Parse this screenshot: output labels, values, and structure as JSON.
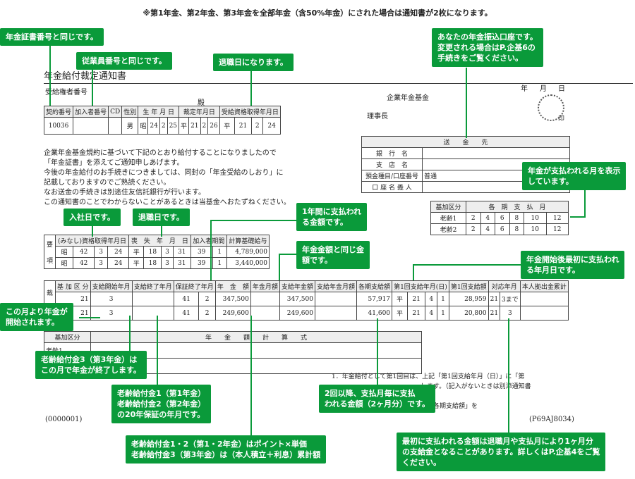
{
  "top_note": "※第1年金、第2年金、第3年金を全部年金（含50%年金）にされた場合は通知書が2枚になります。",
  "document": {
    "title": "年金給付裁定通知書",
    "recipient_label": "受給権者番号",
    "dono": "殿",
    "date_year": "年",
    "date_month": "月",
    "date_day": "日",
    "fund_name": "企業年金基金",
    "chairman": "理事長",
    "seal": "印",
    "id_table": {
      "headers": [
        "契約番号",
        "加入者番号",
        "CD",
        "性別",
        "生 年 月 日",
        "裁定年月日",
        "受給資格取得年月日"
      ],
      "row": [
        "10036",
        "",
        "",
        "男",
        "昭",
        "24",
        "2",
        "25",
        "平",
        "21",
        "2",
        "26",
        "平",
        "21",
        "2",
        "24"
      ]
    },
    "body_text": "企業年金基金規約に基づいて下記のとおり給付することになりましたので\n「年金証書」を添えてご通知申しあげます。\n今後の年金給付のお手続きにつきましては、同封の「年金受給のしおり」に\n記載しておりますのでご熟読ください。\nなお送金の手続きは別途住友信託銀行が行います。\nこの通知書のことでわからないことがあるときは当基金へおたずねください。",
    "remit_table": {
      "title": "送　　金　　先",
      "rows": [
        "銀　行　名",
        "支　店　名",
        "預金種目/口座番号",
        "口 座 名 義 人"
      ],
      "account_type": "普通"
    },
    "payment_months": {
      "header_left": "基加区分",
      "header_right": "各　期　支　払　月",
      "rows": [
        {
          "label": "老齢1",
          "months": [
            "2",
            "4",
            "6",
            "8",
            "10",
            "12"
          ]
        },
        {
          "label": "老齢2",
          "months": [
            "2",
            "4",
            "6",
            "8",
            "10",
            "12"
          ]
        }
      ]
    },
    "requirements": {
      "side_label_1": "要",
      "side_label_2": "項",
      "headers": [
        "(みなし)資格取得年月日",
        "喪　失　年　月　日",
        "加入者期間",
        "計算基礎給与"
      ],
      "rows": [
        [
          "昭",
          "42",
          "3",
          "24",
          "平",
          "18",
          "3",
          "31",
          "39",
          "1",
          "4,789,000"
        ],
        [
          "昭",
          "42",
          "3",
          "24",
          "平",
          "18",
          "3",
          "31",
          "39",
          "1",
          "3,440,000"
        ]
      ]
    },
    "determination": {
      "side_label_1": "裁",
      "side_label_2": "定",
      "headers": [
        "基 加 区 分",
        "支給開始年月",
        "支給終了年月",
        "保証終了年月",
        "年　金　額",
        "年金月額",
        "支給年金額",
        "支給年金月額",
        "各期支給額",
        "第1回支給年月(日)",
        "第1回支給額",
        "対応年月",
        "本人拠出金累計"
      ],
      "rows": [
        [
          "21",
          "3",
          "",
          "41",
          "2",
          "347,500",
          "",
          "347,500",
          "",
          "57,917",
          "平",
          "21",
          "4",
          "1",
          "28,959",
          "21",
          "3まで"
        ],
        [
          "21",
          "3",
          "",
          "41",
          "2",
          "249,600",
          "",
          "249,600",
          "",
          "41,600",
          "平",
          "21",
          "4",
          "1",
          "20,800",
          "21",
          "3"
        ]
      ]
    },
    "calc": {
      "header_left": "基加区分",
      "header_right": "年　　金　　額　　計　　算　　式",
      "row_label": "老齢1"
    },
    "notes": "1．年金給付として第1回目は、上記「第1回支給年月（日）」に「第\n　　　　　　　　　　　　　　します。（記入がないときは別添通知書\n\n　　　　　　　　　　支払月」に「各期支給額」を",
    "footer_left": "(0000001)",
    "footer_right": "(P69AJ8034)"
  },
  "callouts": {
    "pension_cert": "年金証書番号と同じです。",
    "employee_no": "従業員番号と同じです。",
    "retire_date_top": "退職日になります。",
    "bank_account": "あなたの年金振込口座です。\n変更される場合はP.企基6の\n手続きをご覧ください。",
    "payment_month_display": "年金が支払われる月を表示\nしています。",
    "join_date": "入社日です。",
    "retire_date": "退職日です。",
    "annual_amount": "1年間に支払われ\nる金額です。",
    "same_as_pension": "年金金額と同じ金\n額です。",
    "first_payment_month": "年金開始後最初に支払われ\nる年月日です。",
    "pension_start": "この月より年金が\n開始されます。",
    "pension3_end": "老齢給付金3（第3年金）は\nこの月で年金が終了します。",
    "guarantee_end": "老齢給付金1（第1年金）\n老齢給付金2（第2年金）\nの20年保証の年月です。",
    "each_period": "2回以降、支払月毎に支払\nわれる金額（2ヶ月分）です。",
    "formula": "老齢給付金1・2（第1・2年金）はポイント×単価\n老齢給付金3（第3年金）は（本人積立＋利息）累計額",
    "first_amount": "最初に支払われる金額は退職月や支払月により1ヶ月分\nの支給金となることがあります。詳しくはP.企基4をご覧\nください。"
  },
  "colors": {
    "callout_green": "#0a9a3a"
  }
}
